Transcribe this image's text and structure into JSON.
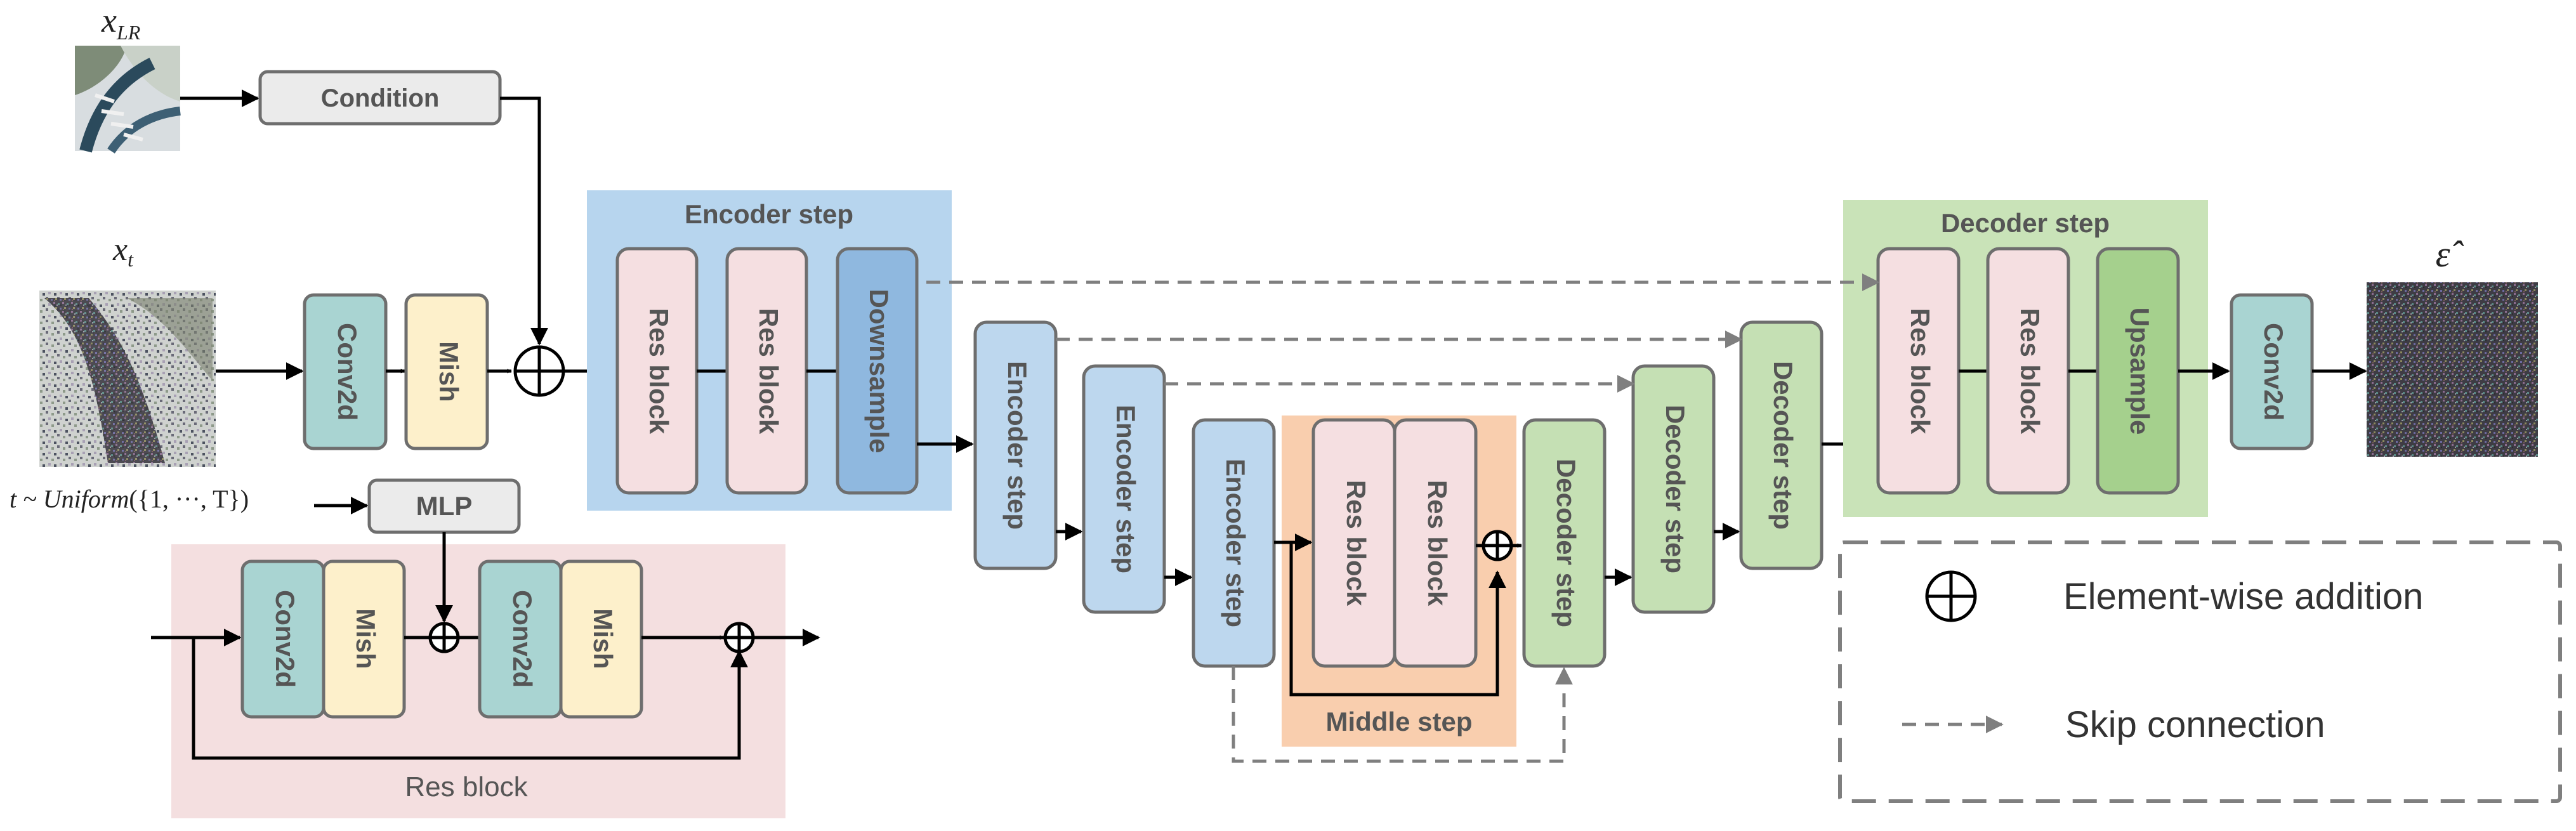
{
  "inputs": {
    "x_lr": {
      "base": "x",
      "sub": "LR"
    },
    "x_t": {
      "base": "x",
      "sub": "t"
    },
    "timestep": {
      "lhs": "t",
      "tilde": "~",
      "dist": "Uniform",
      "set_text": "({1,  ···,  T})"
    },
    "output": {
      "label": "ε̂"
    }
  },
  "blocks": {
    "condition": "Condition",
    "conv2d": "Conv2d",
    "mish": "Mish",
    "mlp": "MLP",
    "res_block": "Res block",
    "downsample": "Downsample",
    "upsample": "Upsample",
    "encoder_step": "Encoder step",
    "decoder_step": "Decoder step",
    "middle_step": "Middle step"
  },
  "legend": {
    "addition": "Element-wise addition",
    "skip": "Skip connection"
  },
  "colors": {
    "teal": "#a9d4d2",
    "mish_yellow": "#fdf0cb",
    "res_pink": "#f5dfe1",
    "encoder_blue": "#bdd7ee",
    "encoder_panel": "#b7d5ee",
    "downsample_blue": "#8fb8df",
    "decoder_green": "#c5e0b4",
    "decoder_panel": "#c9e3b8",
    "upsample_green": "#a5d08d",
    "middle_orange": "#f9ceae",
    "resblock_panel": "#f4dfe0",
    "gray_box": "#ebebeb",
    "stroke": "#6e6e6e",
    "skip_line": "#7f7f7f"
  }
}
